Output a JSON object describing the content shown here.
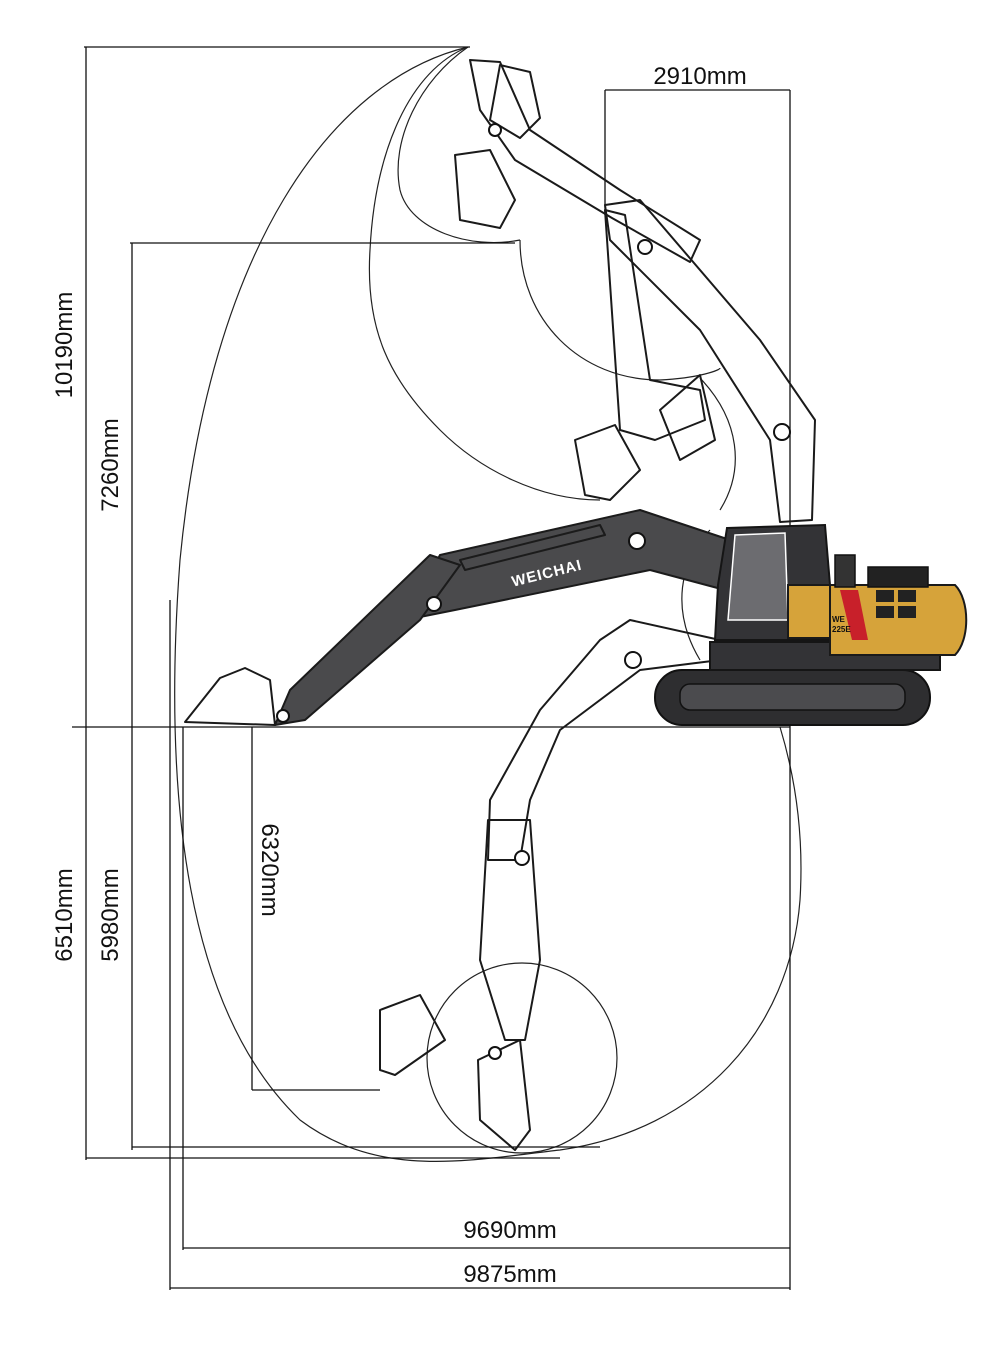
{
  "brand": {
    "boom_text": "WEICHAI",
    "model_line1": "WE",
    "model_line2": "225E",
    "accent_color": "#d6a33a",
    "boom_color": "#4a4a4c",
    "stripe_color": "#c8202a"
  },
  "dimensions": {
    "top_width": "2910mm",
    "max_height": "10190mm",
    "dump_height": "7260mm",
    "dig_depth": "6510mm",
    "dig_depth_flat": "5980mm",
    "vertical_wall_depth": "6320mm",
    "reach_ground": "9690mm",
    "max_reach": "9875mm"
  }
}
